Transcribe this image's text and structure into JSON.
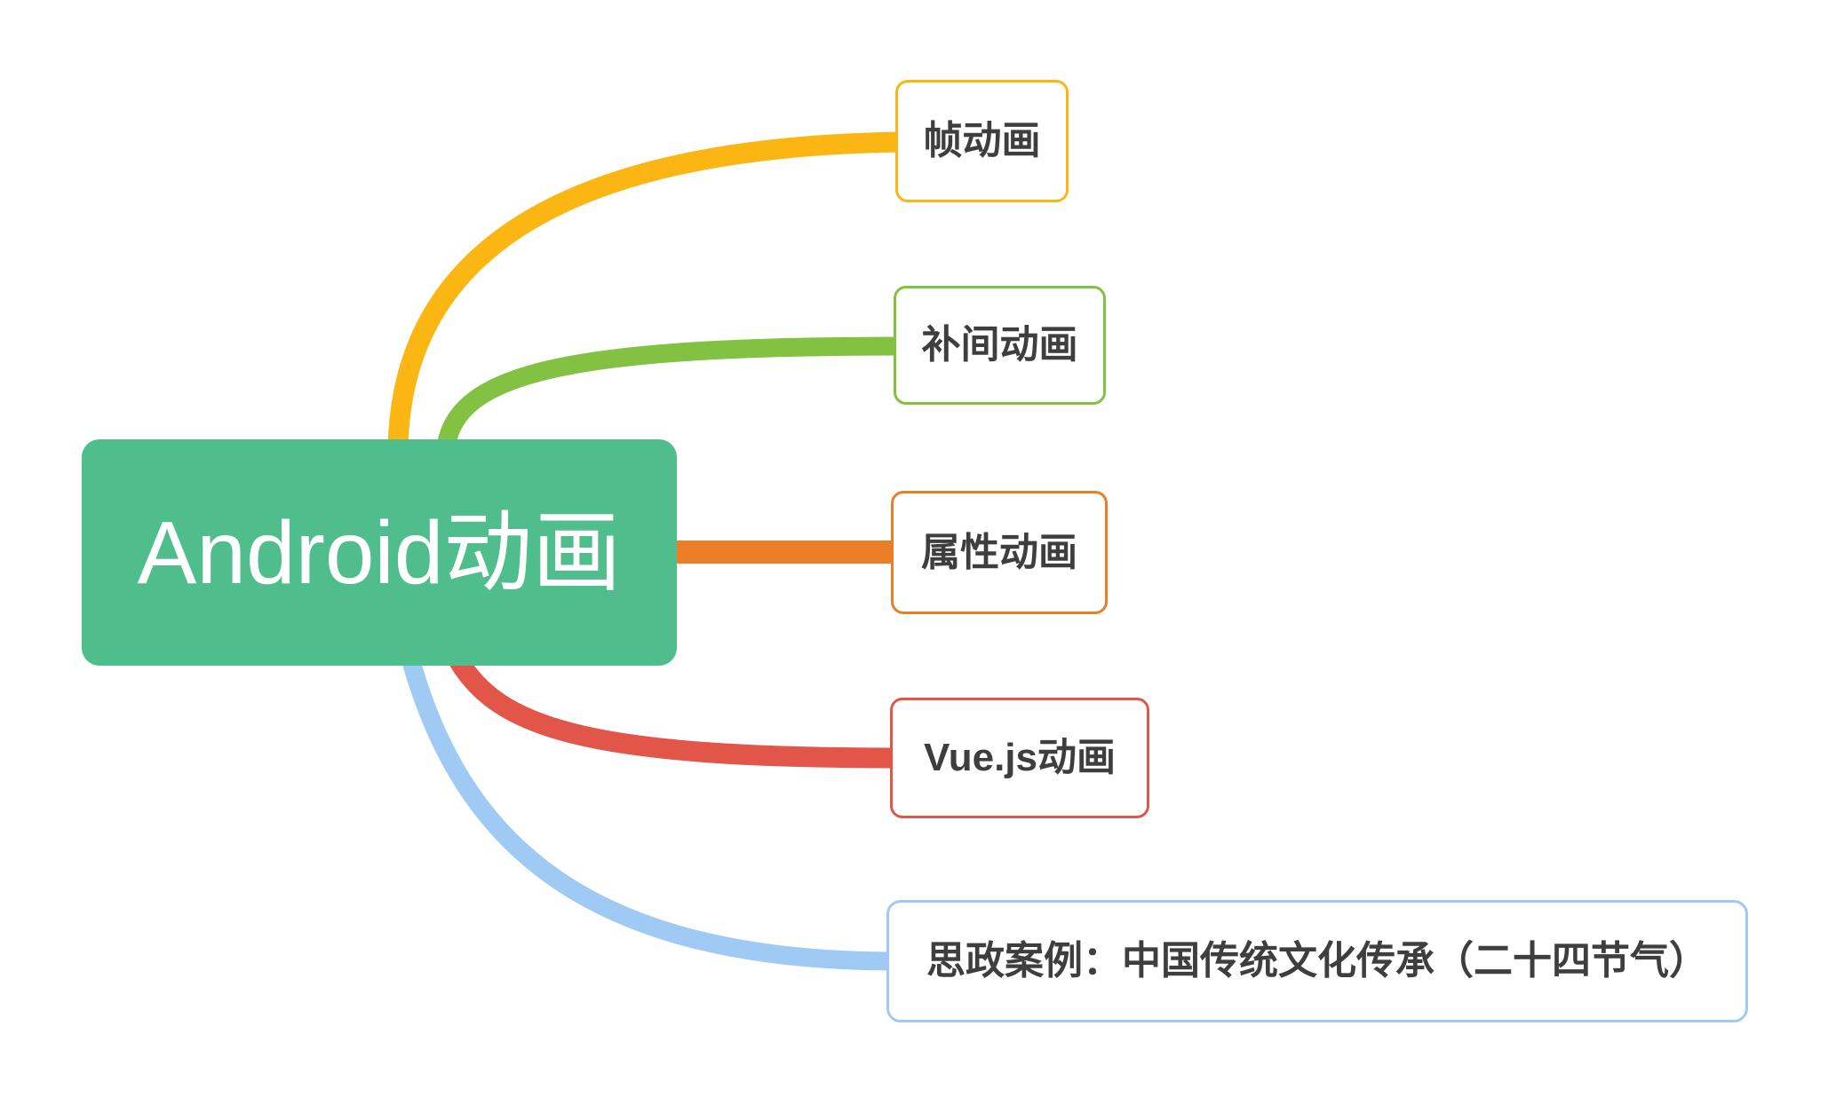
{
  "canvas": {
    "background": "#FFFFFF"
  },
  "root": {
    "label": "Android动画",
    "fill": "#4FBE8C",
    "text_color": "#FFFFFF"
  },
  "children": [
    {
      "label": "帧动画",
      "color": "#FCB613",
      "text_color": "#3E3E3E"
    },
    {
      "label": "补间动画",
      "color": "#82C141",
      "text_color": "#3E3E3E"
    },
    {
      "label": "属性动画",
      "color": "#EB7E26",
      "text_color": "#3E3E3E"
    },
    {
      "label": "Vue.js动画",
      "color": "#E25549",
      "text_color": "#3E3E3E"
    },
    {
      "label": "思政案例：中国传统文化传承（二十四节气）",
      "color": "#9FCAF3",
      "text_color": "#3E3E3E"
    }
  ]
}
